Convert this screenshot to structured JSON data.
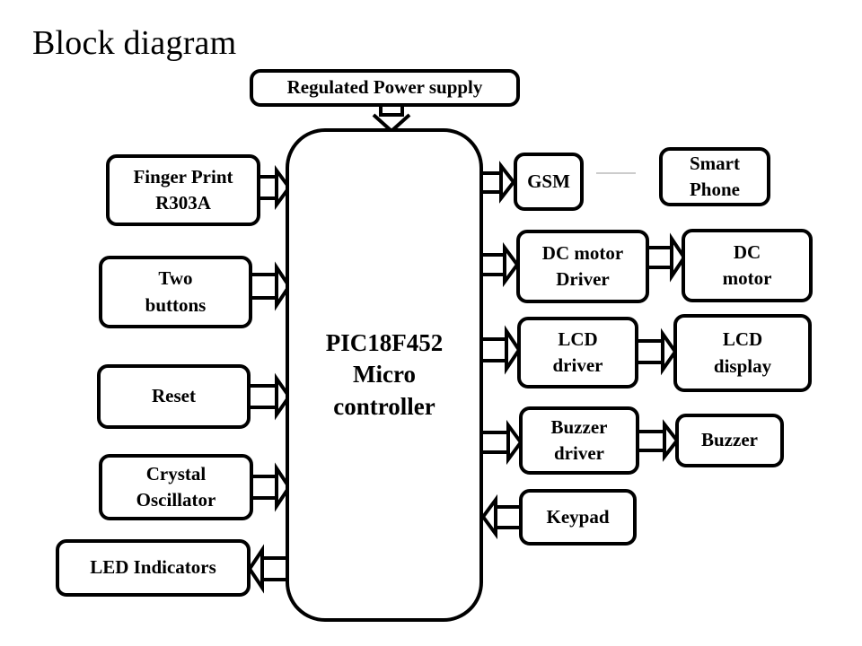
{
  "title": "Block diagram",
  "blocks": {
    "power": {
      "label": "Regulated Power supply"
    },
    "mcu": {
      "lines": [
        "PIC18F452",
        "Micro",
        "controller"
      ]
    },
    "fingerprint": {
      "lines": [
        "Finger Print",
        "R303A"
      ]
    },
    "buttons": {
      "lines": [
        "Two",
        "buttons"
      ]
    },
    "reset": {
      "label": "Reset"
    },
    "crystal": {
      "lines": [
        "Crystal",
        "Oscillator"
      ]
    },
    "led": {
      "label": "LED Indicators"
    },
    "gsm": {
      "label": "GSM"
    },
    "smartphone": {
      "lines": [
        "Smart",
        "Phone"
      ]
    },
    "dc_driver": {
      "lines": [
        "DC motor",
        "Driver"
      ]
    },
    "dc_motor": {
      "lines": [
        "DC",
        "motor"
      ]
    },
    "lcd_driver": {
      "lines": [
        "LCD",
        "driver"
      ]
    },
    "lcd_display": {
      "lines": [
        "LCD",
        "display"
      ]
    },
    "buzzer_driver": {
      "lines": [
        "Buzzer",
        "driver"
      ]
    },
    "buzzer": {
      "label": "Buzzer"
    },
    "keypad": {
      "label": "Keypad"
    }
  }
}
